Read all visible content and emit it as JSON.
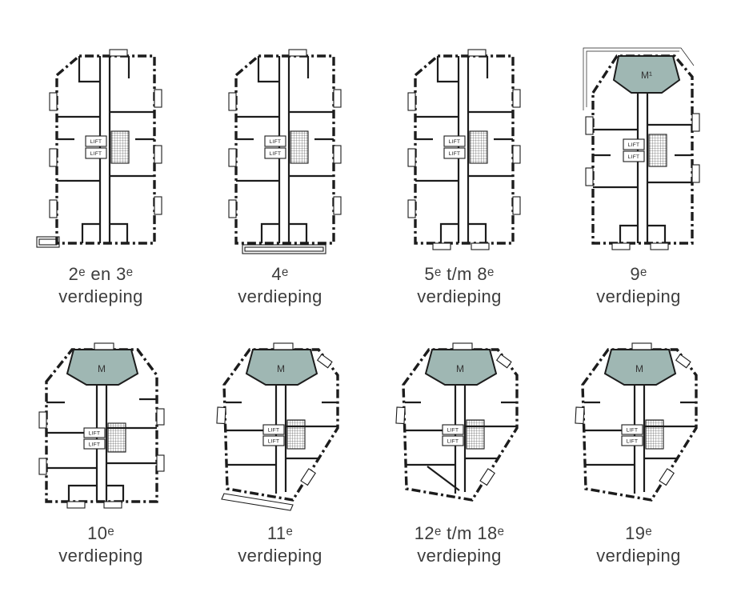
{
  "colors": {
    "m_area_fill": "#9fb7b3",
    "wall": "#1c1c1c",
    "caption_text": "#3d3d3d"
  },
  "labels": {
    "lift": "LIFT"
  },
  "plans": [
    {
      "caption_line1": "2ᵉ en 3ᵉ",
      "caption_line2": "verdieping"
    },
    {
      "caption_line1": "4ᵉ",
      "caption_line2": "verdieping"
    },
    {
      "caption_line1": "5ᵉ t/m 8ᵉ",
      "caption_line2": "verdieping"
    },
    {
      "caption_line1": "9ᵉ",
      "caption_line2": "verdieping",
      "m_label": "M¹"
    },
    {
      "caption_line1": "10ᵉ",
      "caption_line2": "verdieping",
      "m_label": "M"
    },
    {
      "caption_line1": "11ᵉ",
      "caption_line2": "verdieping",
      "m_label": "M"
    },
    {
      "caption_line1": "12ᵉ t/m 18ᵉ",
      "caption_line2": "verdieping",
      "m_label": "M"
    },
    {
      "caption_line1": "19ᵉ",
      "caption_line2": "verdieping",
      "m_label": "M"
    }
  ]
}
